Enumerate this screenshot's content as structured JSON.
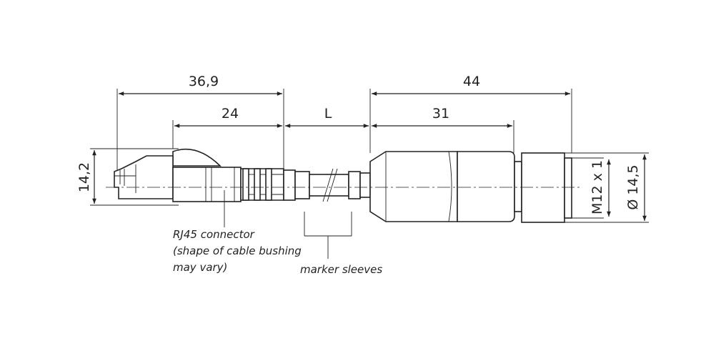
{
  "dimensions": {
    "rj45_overall": "36,9",
    "rj45_body": "24",
    "cable_length": "L",
    "m12_body": "31",
    "m12_overall": "44",
    "rj45_height": "14,2",
    "thread": "M12 x 1",
    "diameter": "Ø 14,5"
  },
  "notes": {
    "rj45_line1": "RJ45 connector",
    "rj45_line2": "(shape of cable bushing",
    "rj45_line3": "may vary)",
    "marker": "marker sleeves"
  }
}
